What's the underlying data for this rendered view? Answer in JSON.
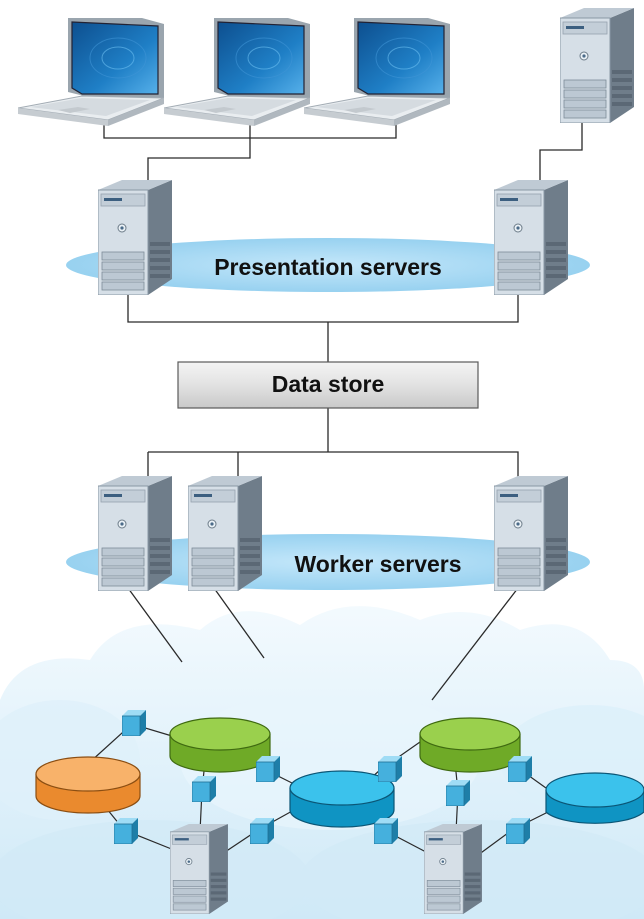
{
  "labels": {
    "presentation": "Presentation servers",
    "data_store": "Data store",
    "worker": "Worker servers"
  },
  "icons": {
    "laptop": "laptop-icon",
    "server": "server-tower-icon",
    "database": "database-cylinder-icon",
    "network_node": "network-node-cube-icon",
    "cloud": "cloud-icon"
  },
  "colors": {
    "ellipse_fill": "#9ed4f2",
    "server_body": "#d4dde6",
    "server_side": "#7e8c99",
    "laptop_screen": "#1f7fc6",
    "db_green": "#8cc63f",
    "db_orange": "#f5a04b",
    "db_blue": "#1fb6e4",
    "node_cube": "#4fb3de",
    "data_store_fill": "#dcdcdc",
    "cloud_fill": "#e6f4fb",
    "line": "#2a2a2a"
  }
}
